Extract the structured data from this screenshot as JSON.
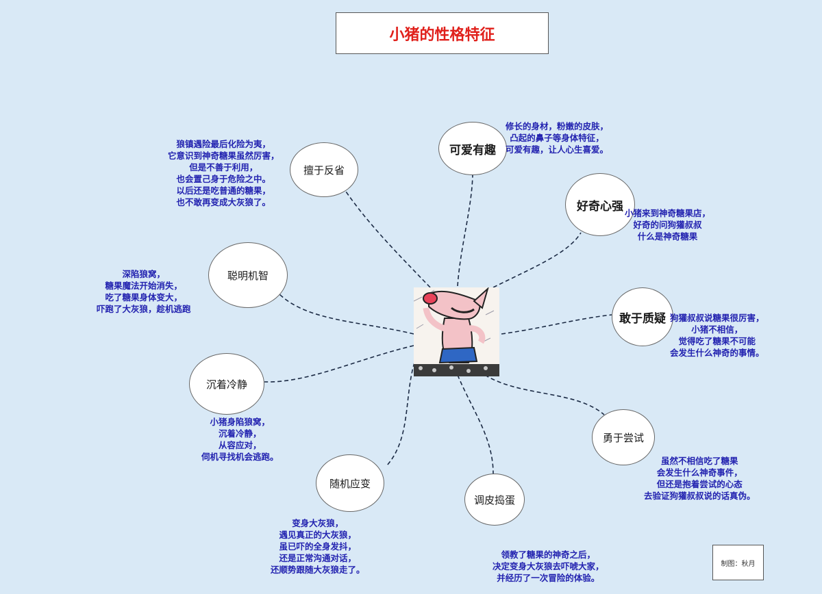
{
  "title": "小猪的性格特征",
  "credit": "制图：秋月",
  "center_image": "pig-illustration",
  "nodes": [
    {
      "label": "可爱有趣",
      "desc": "修长的身材，粉嫩的皮肤，\n凸起的鼻子等身体特征，\n可爱有趣，让人心生喜爱。"
    },
    {
      "label": "好奇心强",
      "desc": "小猪来到神奇糖果店，\n好奇的问狗獾叔叔\n什么是神奇糖果"
    },
    {
      "label": "敢于质疑",
      "desc": "狗獾叔叔说糖果很厉害，\n小猪不相信，\n觉得吃了糖果不可能\n会发生什么神奇的事情。"
    },
    {
      "label": "勇于尝试",
      "desc": "虽然不相信吃了糖果\n会发生什么神奇事件，\n但还是抱着尝试的心态\n去验证狗獾叔叔说的话真伪。"
    },
    {
      "label": "调皮捣蛋",
      "desc": "领教了糖果的神奇之后，\n决定变身大灰狼去吓唬大家，\n并经历了一次冒险的体验。"
    },
    {
      "label": "随机应变",
      "desc": "变身大灰狼，\n遇见真正的大灰狼，\n虽已吓的全身发抖，\n还是正常沟通对话，\n还顺势跟随大灰狼走了。"
    },
    {
      "label": "沉着冷静",
      "desc": "小猪身陷狼窝，\n沉着冷静，\n从容应对，\n伺机寻找机会逃跑。"
    },
    {
      "label": "聪明机智",
      "desc": "深陷狼窝，\n糖果魔法开始消失，\n吃了糖果身体变大，\n吓跑了大灰狼，趁机逃跑"
    },
    {
      "label": "擅于反省",
      "desc": "狼镇遇险最后化险为夷，\n它意识到神奇糖果虽然厉害，\n但是不善于利用，\n也会置己身于危险之中。\n以后还是吃普通的糖果，\n也不敢再变成大灰狼了。"
    }
  ]
}
